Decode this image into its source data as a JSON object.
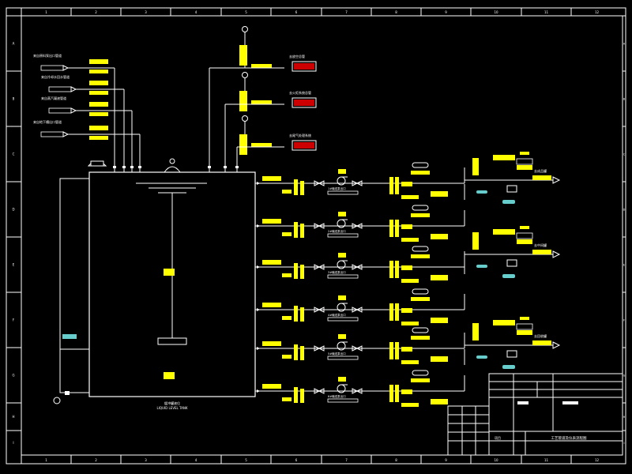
{
  "drawing": {
    "background": "#000000",
    "line_color": "#ffffff",
    "tag_color": "#ffff00",
    "alarm_color": "#cc0000",
    "accent_color": "#66cccc"
  },
  "border": {
    "top_labels": [
      "1",
      "2",
      "3",
      "4",
      "5",
      "6",
      "7",
      "8",
      "9",
      "10",
      "11",
      "12"
    ],
    "side_labels": [
      "A",
      "B",
      "C",
      "D",
      "E",
      "F",
      "G",
      "H",
      "I"
    ]
  },
  "tank": {
    "caption_line1": "缓冲罐液位",
    "caption_line2": "LIQUID LEVEL TANK"
  },
  "inlets": [
    {
      "caption": "来自原料泵出口管道"
    },
    {
      "caption": "来自冷却水回水管道"
    },
    {
      "caption": "来自蒸汽凝液管道"
    },
    {
      "caption": "来自地下槽出口管道"
    }
  ],
  "vent_lines": [
    {
      "caption": "去放空总管"
    },
    {
      "caption": "去火炬系统总管"
    },
    {
      "caption": "去尾气处理系统"
    }
  ],
  "pump_lines": [
    {
      "caption": "1#输送泵出口"
    },
    {
      "caption": "2#输送泵出口"
    },
    {
      "caption": "3#输送泵出口"
    },
    {
      "caption": "4#输送泵出口"
    },
    {
      "caption": "5#输送泵出口"
    },
    {
      "caption": "6#输送泵出口"
    }
  ],
  "outlets": [
    {
      "caption": "去成品罐"
    },
    {
      "caption": "去中间罐"
    },
    {
      "caption": "去回收罐"
    }
  ],
  "title_block": {
    "project_label": "项目",
    "drawing_title": "工艺管道及仪表流程图"
  }
}
